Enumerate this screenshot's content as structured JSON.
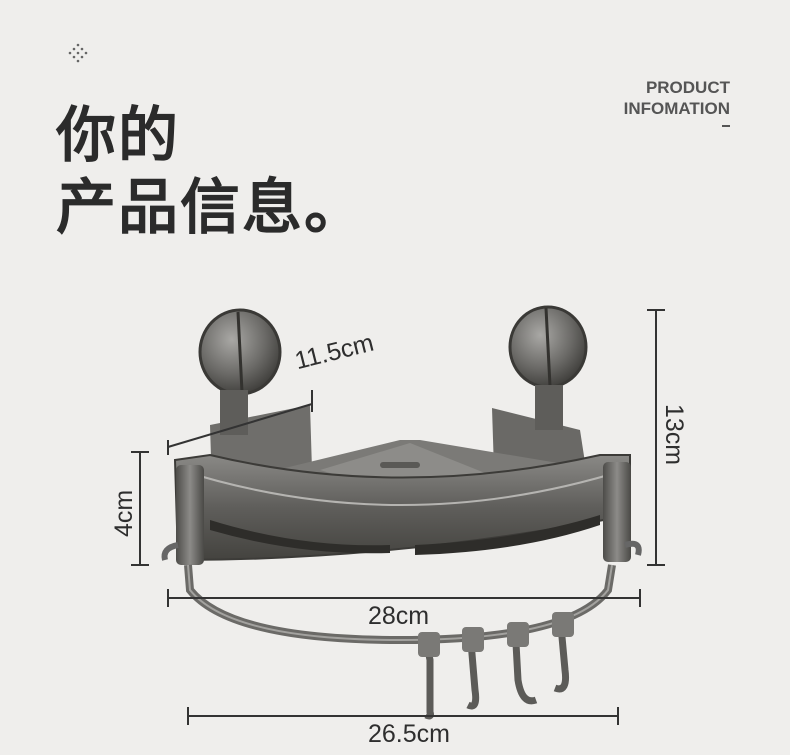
{
  "header": {
    "title_line1": "你的",
    "title_line2": "产品信息。",
    "english_line1": "PRODUCT",
    "english_line2": "INFOMATION"
  },
  "dimensions": {
    "depth": "11.5cm",
    "height_total": "13cm",
    "height_basket": "4cm",
    "width_top": "28cm",
    "width_bottom": "26.5cm"
  },
  "icons": [
    "dot-grid-icon",
    "suction-cup-icon",
    "hook-icon"
  ],
  "colors": {
    "background": "#efeeec",
    "text": "#2b2b2b",
    "metal": "#6b6a68"
  }
}
